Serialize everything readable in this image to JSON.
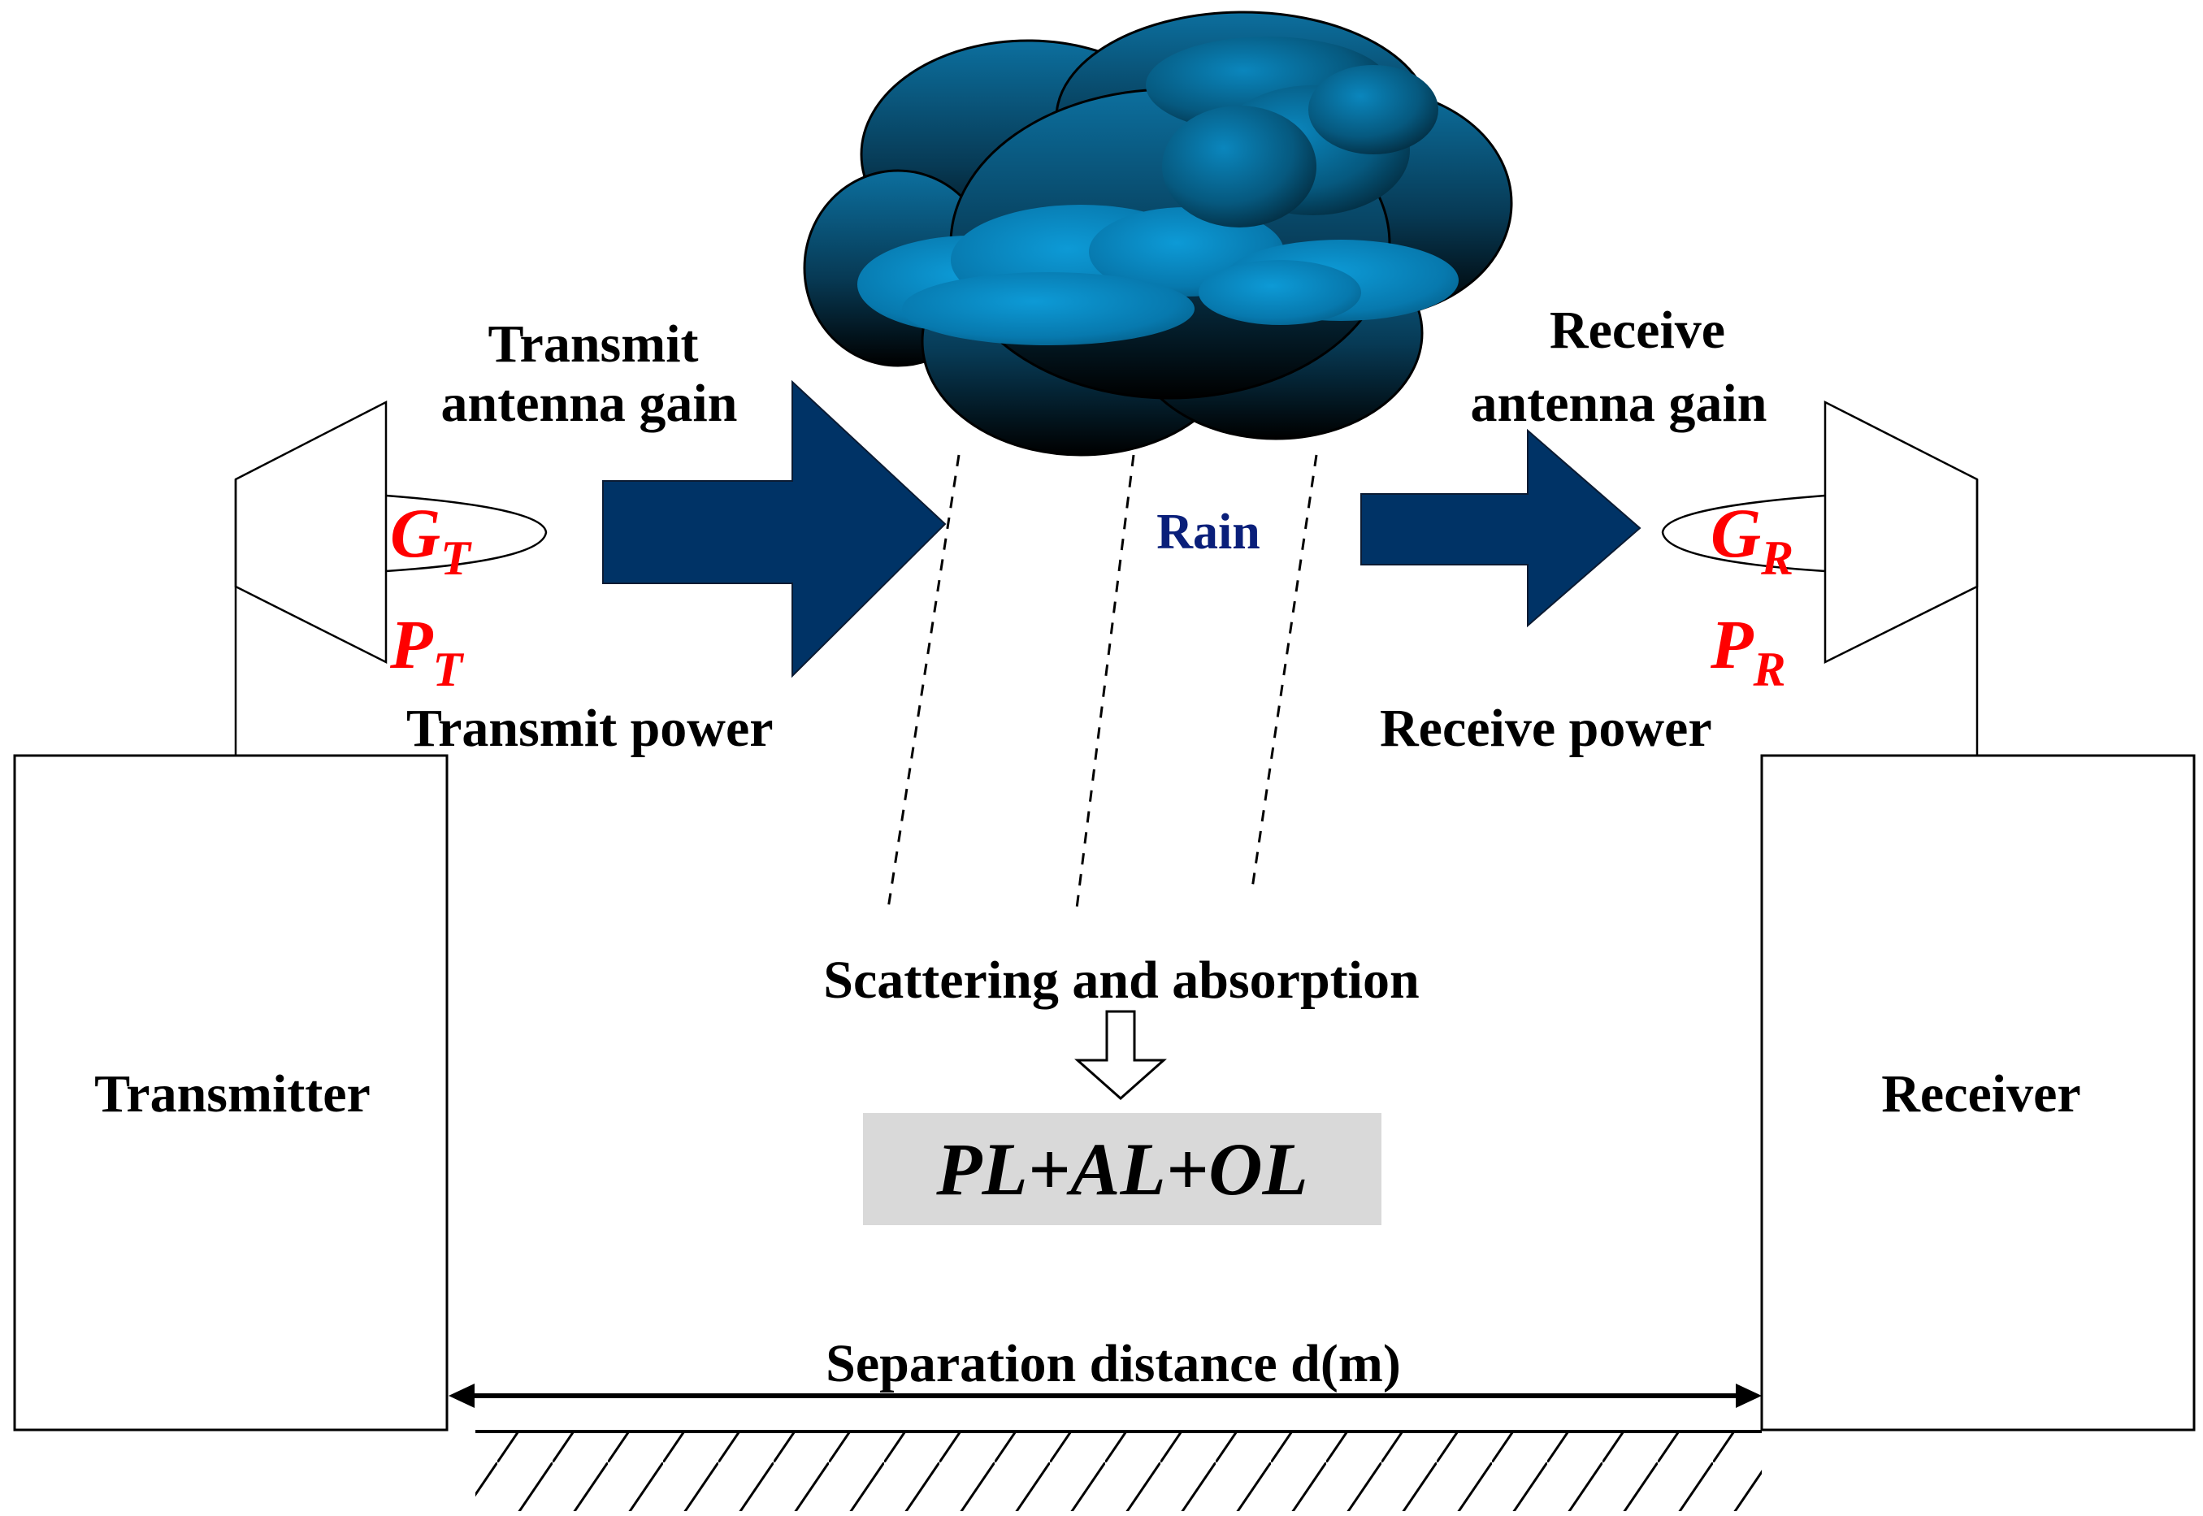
{
  "labels": {
    "transmit_gain_line1": "Transmit",
    "transmit_gain_line2": "antenna gain",
    "receive_gain_line1": "Receive",
    "receive_gain_line2": "antenna gain",
    "transmit_power": "Transmit power",
    "receive_power": "Receive power",
    "rain": "Rain",
    "scattering": "Scattering and absorption",
    "formula": "PL+AL+OL",
    "transmitter": "Transmitter",
    "receiver": "Receiver",
    "distance": "Separation distance d(m)"
  },
  "symbols": {
    "gt_main": "G",
    "gt_sub": "T",
    "pt_main": "P",
    "pt_sub": "T",
    "gr_main": "G",
    "gr_sub": "R",
    "pr_main": "P",
    "pr_sub": "R"
  },
  "colors": {
    "arrow_fill": "#003366",
    "symbol_color": "#ff0000",
    "rain_label": "#0a1f7a",
    "formula_box": "#d9d9d9",
    "cloud_light": "#0a8fc9",
    "cloud_dark": "#000000"
  },
  "icons": {
    "cloud": "storm-cloud-icon",
    "transmit_antenna": "horn-antenna-icon",
    "receive_antenna": "horn-antenna-icon",
    "ground": "ground-hatch-icon"
  }
}
